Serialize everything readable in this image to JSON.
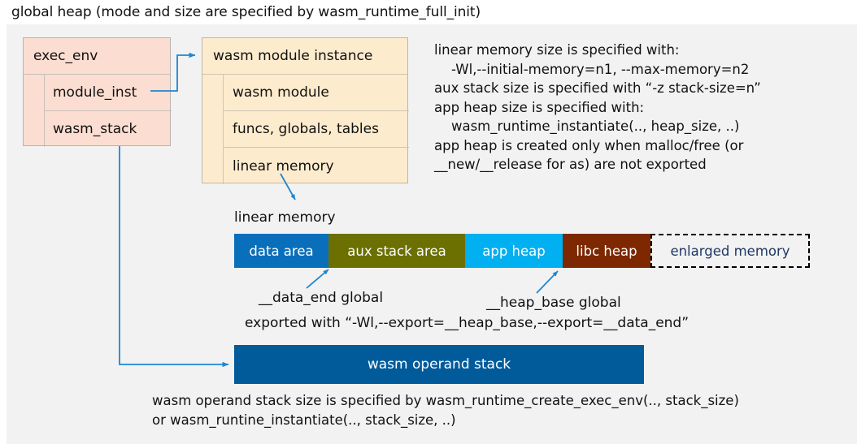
{
  "title": "global heap (mode and size are specified by wasm_runtime_full_init)",
  "exec_env": {
    "header": "exec_env",
    "rows": [
      "module_inst",
      "wasm_stack"
    ]
  },
  "module_instance": {
    "header": "wasm module instance",
    "rows": [
      "wasm module",
      "funcs, globals, tables",
      "linear memory"
    ]
  },
  "note": "linear memory size is specified with:\n    -Wl,--initial-memory=n1, --max-memory=n2\naux stack size is specified with “-z stack-size=n”\napp heap size is specified with:\n    wasm_runtime_instantiate(.., heap_size, ..)\napp heap is created only when malloc/free (or\n__new/__release for as) are not exported",
  "linear_memory": {
    "label": "linear memory",
    "segments": [
      {
        "label": "data area",
        "color": "#0a6fbb",
        "text_color": "#ffffff",
        "width": 116
      },
      {
        "label": "aux stack area",
        "color": "#6b7000",
        "text_color": "#ffffff",
        "width": 168
      },
      {
        "label": "app heap",
        "color": "#00b0f0",
        "text_color": "#ffffff",
        "width": 120
      },
      {
        "label": "libc heap",
        "color": "#7d2800",
        "text_color": "#ffffff",
        "width": 108
      },
      {
        "label": "enlarged memory",
        "color": "#f2f2f2",
        "text_color": "#1f3864",
        "width": 196
      }
    ]
  },
  "annotations": {
    "data_end": "__data_end global",
    "heap_base": "__heap_base global",
    "exported": "exported with “-Wl,--export=__heap_base,--export=__data_end”"
  },
  "operand_stack": {
    "label": "wasm operand stack",
    "color": "#015b9b",
    "note": "wasm operand stack size is specified by wasm_runtime_create_exec_env(.., stack_size)\nor wasm_runtine_instantiate(.., stack_size, ..)"
  },
  "colors": {
    "panel_background": "#f2f2f2",
    "exec_env_fill": "#fbddd1",
    "module_instance_fill": "#fdebcd",
    "arrow": "#1f86d0"
  }
}
